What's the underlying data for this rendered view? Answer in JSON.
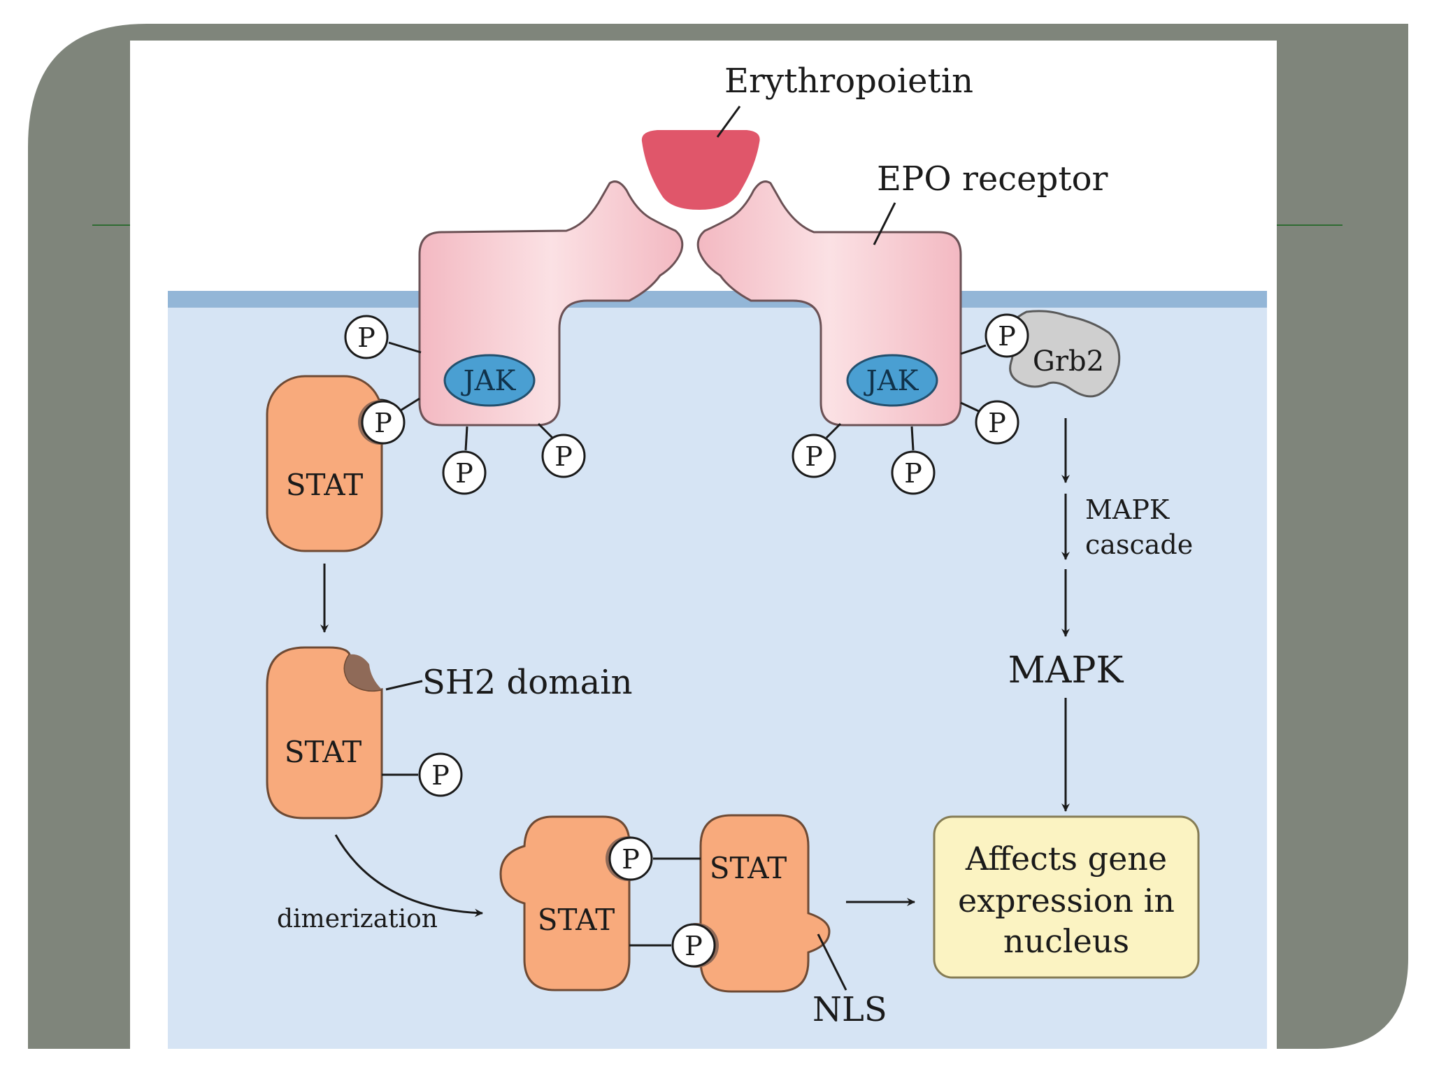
{
  "colors": {
    "frame": "#7f857b",
    "frame_line": "#2f6b32",
    "panel": "#ffffff",
    "cytoplasm": "#d6e4f4",
    "membrane": "#93b6d7",
    "receptor_fill": "#f7c9cf",
    "receptor_stroke": "#6b5155",
    "epo_fill": "#e0566a",
    "stat_fill": "#f8aa7c",
    "stat_stroke": "#6e4a34",
    "jak_fill": "#4a9fd2",
    "grb2_fill": "#cfcfcf",
    "nucleus_box_fill": "#fbf3c2",
    "nucleus_box_stroke": "#857c55",
    "phospho_fill": "#ffffff",
    "line": "#1a1a1a"
  },
  "labels": {
    "erythropoietin": "Erythropoietin",
    "epo_receptor": "EPO receptor",
    "jak_left": "JAK",
    "jak_right": "JAK",
    "grb2": "Grb2",
    "mapk_cascade_line1": "MAPK",
    "mapk_cascade_line2": "cascade",
    "mapk": "MAPK",
    "sh2_domain": "SH2 domain",
    "dimerization": "dimerization",
    "nls": "NLS",
    "stat_bound": "STAT",
    "stat_free": "STAT",
    "stat_dimer_left": "STAT",
    "stat_dimer_right": "STAT",
    "phosphate": "P",
    "gene_expression_line1": "Affects gene",
    "gene_expression_line2": "expression in",
    "gene_expression_line3": "nucleus"
  }
}
